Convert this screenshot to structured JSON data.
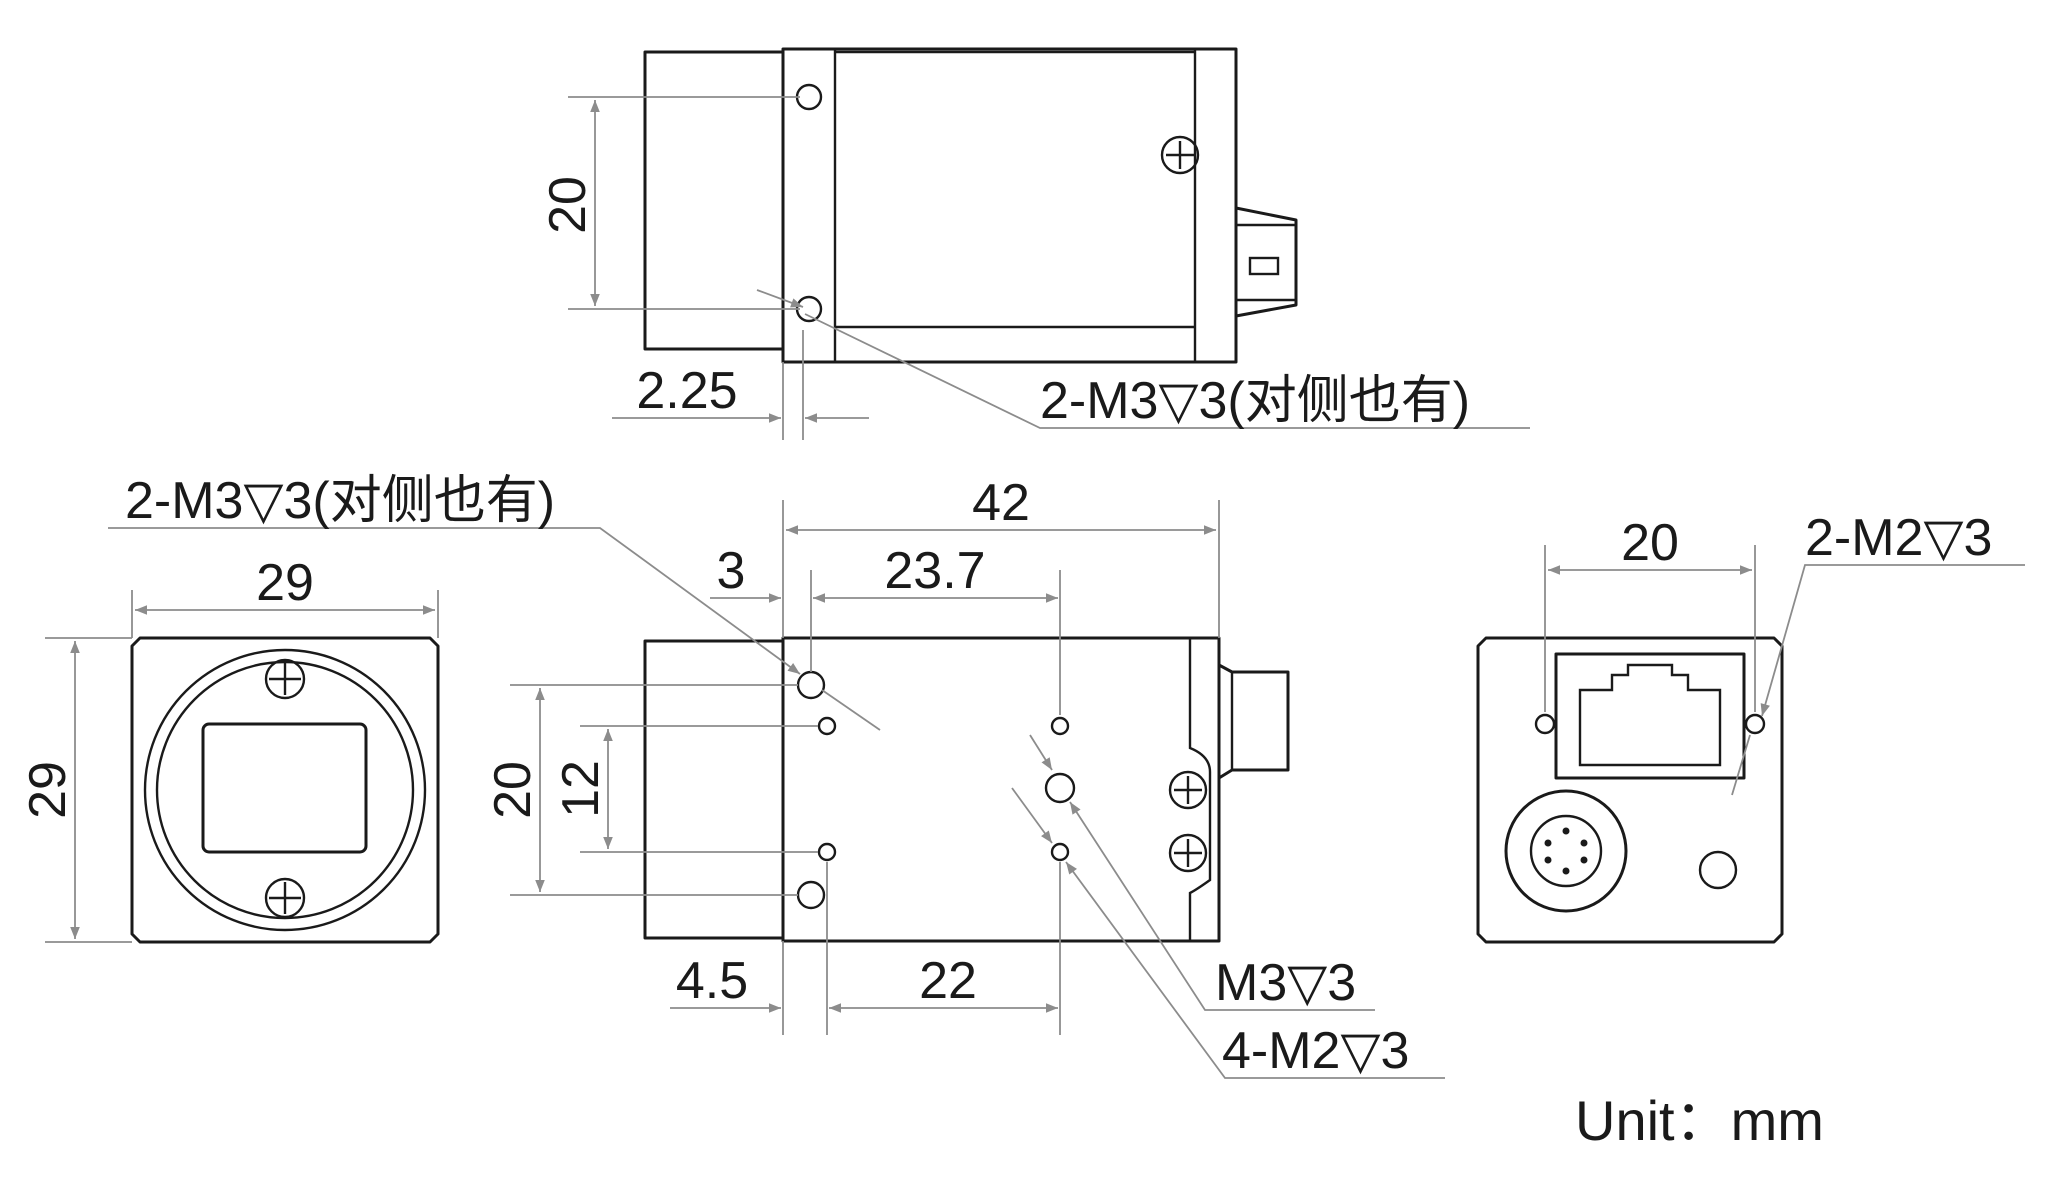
{
  "unit_label": "Unit：mm",
  "top_view": {
    "dim_height": "20",
    "dim_offset": "2.25",
    "callout_holes": "2-M3▽3(对侧也有)"
  },
  "front_view": {
    "dim_width": "29",
    "dim_height": "29"
  },
  "side_view": {
    "callout_holes": "2-M3▽3(对侧也有)",
    "dim_length": "42",
    "dim_edge": "3",
    "dim_spacing": "23.7",
    "dim_outer_height": "20",
    "dim_inner_height": "12",
    "dim_bottom_edge": "4.5",
    "dim_bottom_spacing": "22",
    "callout_m3": "M3▽3",
    "callout_m2": "4-M2▽3"
  },
  "rear_view": {
    "dim_width": "20",
    "callout_holes": "2-M2▽3"
  }
}
